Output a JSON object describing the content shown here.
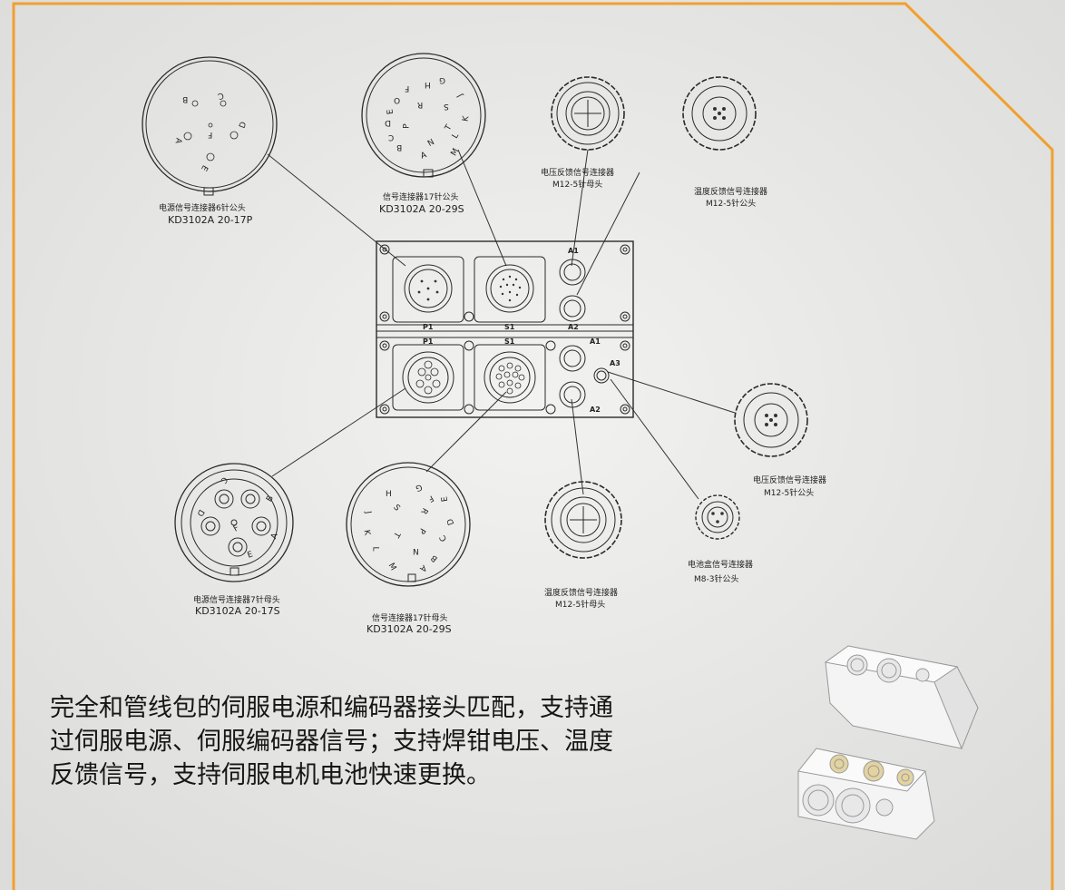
{
  "frame": {
    "border_color": "#f0a030"
  },
  "connectors": {
    "top_left": {
      "title": "电源信号连接器6针公头",
      "model": "KD3102A 20-17P",
      "pins": [
        "B",
        "C",
        "A",
        "D",
        "F",
        "E"
      ]
    },
    "top_mid": {
      "title": "信号连接器17针公头",
      "model": "KD3102A 20-29S",
      "pins": [
        "H",
        "G",
        "F",
        "J",
        "O",
        "R",
        "E",
        "S",
        "K",
        "D",
        "P",
        "T",
        "C",
        "B",
        "N",
        "L",
        "A",
        "M"
      ]
    },
    "top_right1": {
      "title": "电压反馈信号连接器",
      "model": "M12-5针母头"
    },
    "top_right2": {
      "title": "温度反馈信号连接器",
      "model": "M12-5针公头"
    },
    "right_mid": {
      "title": "电压反馈信号连接器",
      "model": "M12-5针公头"
    },
    "bottom_left": {
      "title": "电源信号连接器7针母头",
      "model": "KD3102A 20-17S",
      "pins": [
        "C",
        "B",
        "D",
        "F",
        "A",
        "E"
      ]
    },
    "bottom_mid": {
      "title": "信号连接器17针母头",
      "model": "KD3102A 20-29S",
      "pins": [
        "H",
        "G",
        "F",
        "E",
        "J",
        "S",
        "R",
        "D",
        "K",
        "T",
        "P",
        "C",
        "L",
        "N",
        "B",
        "M",
        "A"
      ]
    },
    "bottom_right1": {
      "title": "温度反馈信号连接器",
      "model": "M12-5针母头"
    },
    "bottom_right2": {
      "title": "电池盒信号连接器",
      "model": "M8-3针公头"
    }
  },
  "panel_labels": {
    "p1": "P1",
    "s1": "S1",
    "a1": "A1",
    "a2": "A2",
    "a3": "A3"
  },
  "description": {
    "line1": "完全和管线包的伺服电源和编码器接头匹配，支持通",
    "line2": "过伺服电源、伺服编码器信号；支持焊钳电压、温度",
    "line3": "反馈信号，支持伺服电机电池快速更换。"
  }
}
